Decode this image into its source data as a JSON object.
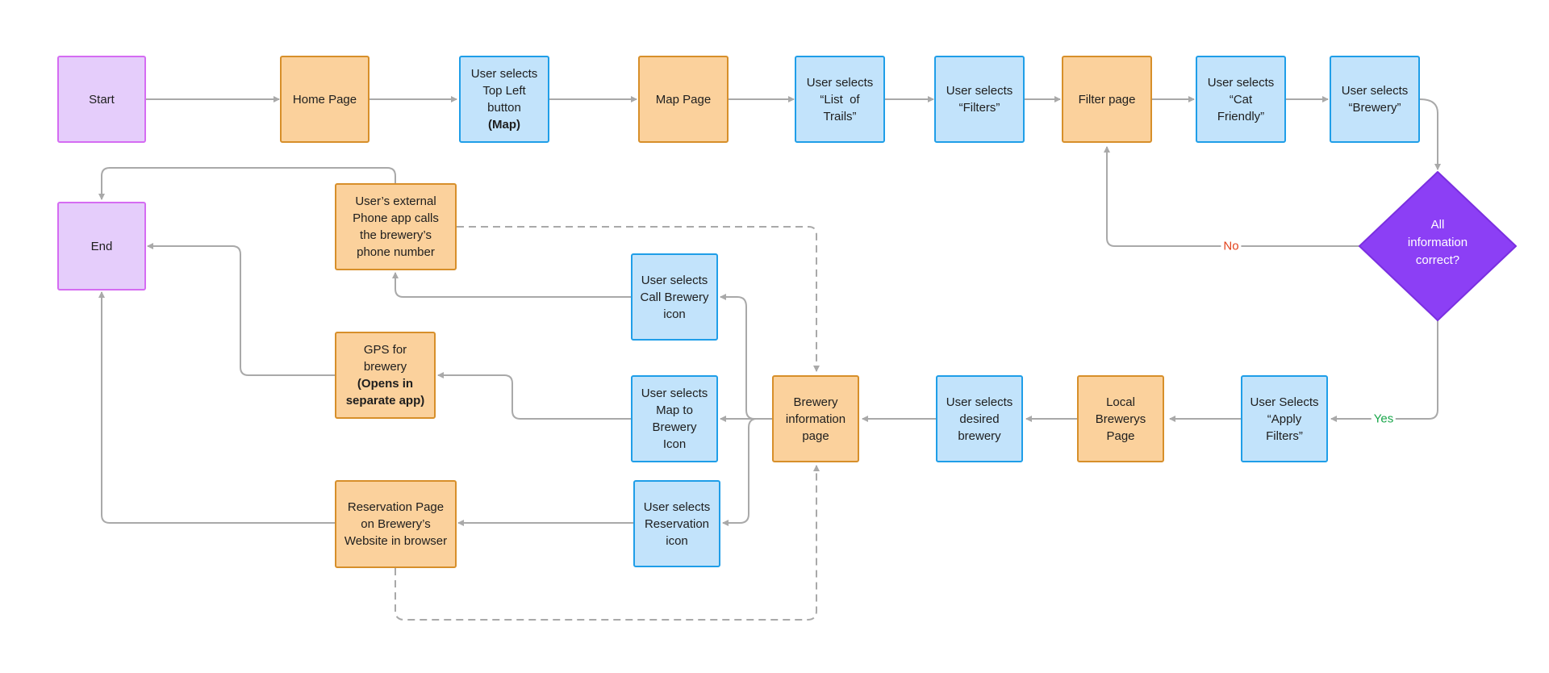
{
  "colors": {
    "start_end_fill": "#e5cdfb",
    "page_fill": "#fbd19c",
    "action_fill": "#c2e3fb",
    "decision_fill": "#8c3ff5",
    "connector": "#a9a9a9",
    "label_no": "#e2421c",
    "label_yes": "#19a64a"
  },
  "nodes": {
    "start": {
      "lines": [
        "Start"
      ]
    },
    "home_page": {
      "lines": [
        "Home Page"
      ]
    },
    "top_left_button": {
      "lines": [
        "User selects",
        "Top Left",
        "button"
      ],
      "bold": "(Map)"
    },
    "map_page": {
      "lines": [
        "Map Page"
      ]
    },
    "list_of_trails": {
      "lines": [
        "User selects",
        "“List  of",
        "Trails”"
      ]
    },
    "filters": {
      "lines": [
        "User selects",
        "“Filters”"
      ]
    },
    "filter_page": {
      "lines": [
        "Filter page"
      ]
    },
    "cat_friendly": {
      "lines": [
        "User selects",
        "“Cat",
        "Friendly”"
      ]
    },
    "brewery_select": {
      "lines": [
        "User selects",
        "“Brewery”"
      ]
    },
    "end": {
      "lines": [
        "End"
      ]
    },
    "phone_app": {
      "lines": [
        "User’s external",
        "Phone app calls",
        "the brewery’s",
        "phone number"
      ]
    },
    "call_brewery": {
      "lines": [
        "User selects",
        "Call Brewery",
        "icon"
      ]
    },
    "gps": {
      "lines": [
        "GPS for",
        "brewery"
      ],
      "bold_lines": [
        "(Opens in",
        "separate app)"
      ]
    },
    "map_to_brewery": {
      "lines": [
        "User selects",
        "Map to",
        "Brewery",
        "Icon"
      ]
    },
    "brewery_info": {
      "lines": [
        "Brewery",
        "information",
        "page"
      ]
    },
    "desired_brewery": {
      "lines": [
        "User selects",
        "desired",
        "brewery"
      ]
    },
    "local_brewerys": {
      "lines": [
        "Local",
        "Brewerys",
        "Page"
      ]
    },
    "apply_filters": {
      "lines": [
        "User Selects",
        "“Apply",
        "Filters”"
      ]
    },
    "reservation_page": {
      "lines": [
        "Reservation Page",
        "on Brewery’s",
        "Website in browser"
      ]
    },
    "reservation_icon": {
      "lines": [
        "User selects",
        "Reservation",
        "icon"
      ]
    }
  },
  "decision": {
    "lines": [
      "All",
      "information",
      "correct?"
    ]
  },
  "edge_labels": {
    "no": "No",
    "yes": "Yes"
  }
}
